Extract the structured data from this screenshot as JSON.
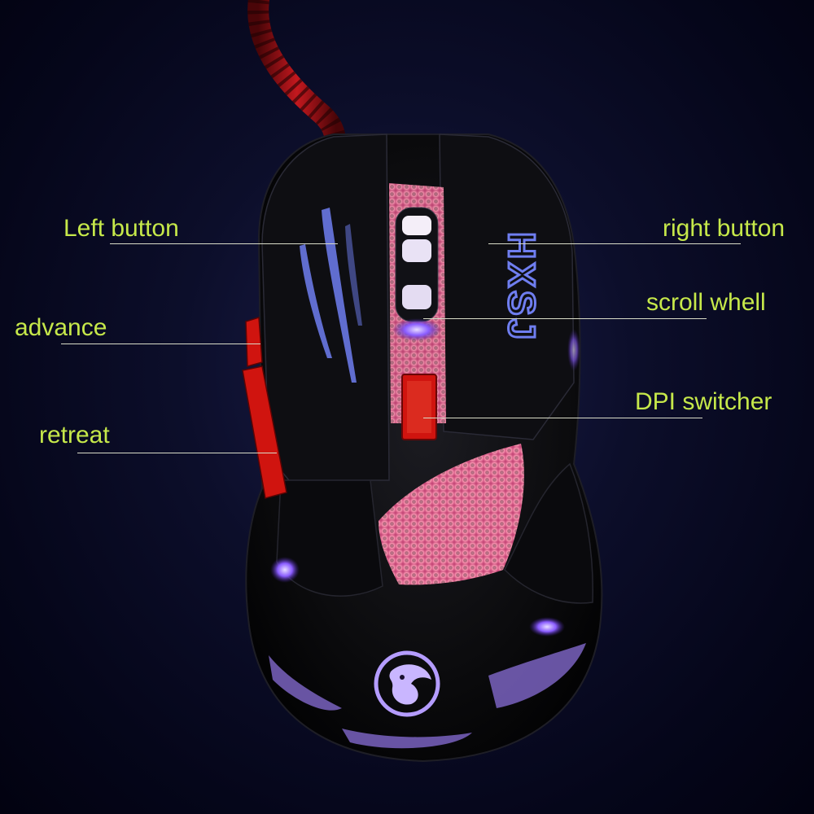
{
  "callouts": {
    "left_button": "Left button",
    "advance": "advance",
    "retreat": "retreat",
    "right_button": "right button",
    "scroll_wheel": "scroll whell",
    "dpi_switcher": "DPI switcher"
  },
  "brand_logo_text": "HXSJ",
  "colors": {
    "label": "#c6e84a",
    "leader_line": "#d9dcc8",
    "mouse_body": "#0b0b0d",
    "side_buttons": "#d0140f",
    "glow_pink": "#ff9fb8",
    "glow_purple": "#8a5cff",
    "cable": "#b0151a",
    "background": "#0c0e2a"
  },
  "icons": {
    "logo": "dragon-emblem-icon",
    "claw_marks": "claw-marks-icon"
  }
}
